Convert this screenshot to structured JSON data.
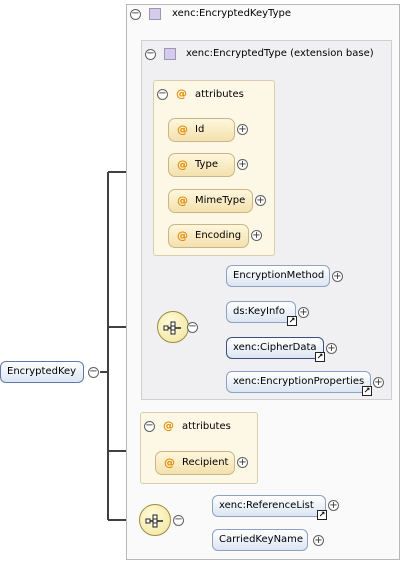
{
  "root": {
    "label": "EncryptedKey"
  },
  "complex_type": {
    "label": "xenc:EncryptedKeyType"
  },
  "base_type": {
    "label": "xenc:EncryptedType (extension base)"
  },
  "base_attributes": {
    "header": "attributes",
    "items": [
      {
        "label": "Id"
      },
      {
        "label": "Type"
      },
      {
        "label": "MimeType"
      },
      {
        "label": "Encoding"
      }
    ]
  },
  "base_sequence": {
    "items": [
      {
        "label": "EncryptionMethod"
      },
      {
        "label": "ds:KeyInfo"
      },
      {
        "label": "xenc:CipherData"
      },
      {
        "label": "xenc:EncryptionProperties"
      }
    ]
  },
  "own_attributes": {
    "header": "attributes",
    "items": [
      {
        "label": "Recipient"
      }
    ]
  },
  "own_sequence": {
    "items": [
      {
        "label": "xenc:ReferenceList"
      },
      {
        "label": "CarriedKeyName"
      }
    ]
  },
  "symbols": {
    "collapse": "−",
    "expand": "+",
    "attribute_marker": "@",
    "reference_arrow": "↗"
  },
  "colors": {
    "connector": "#404040",
    "attribute_pill": "#f3e1ad",
    "element_pill": "#dbe5f3"
  }
}
